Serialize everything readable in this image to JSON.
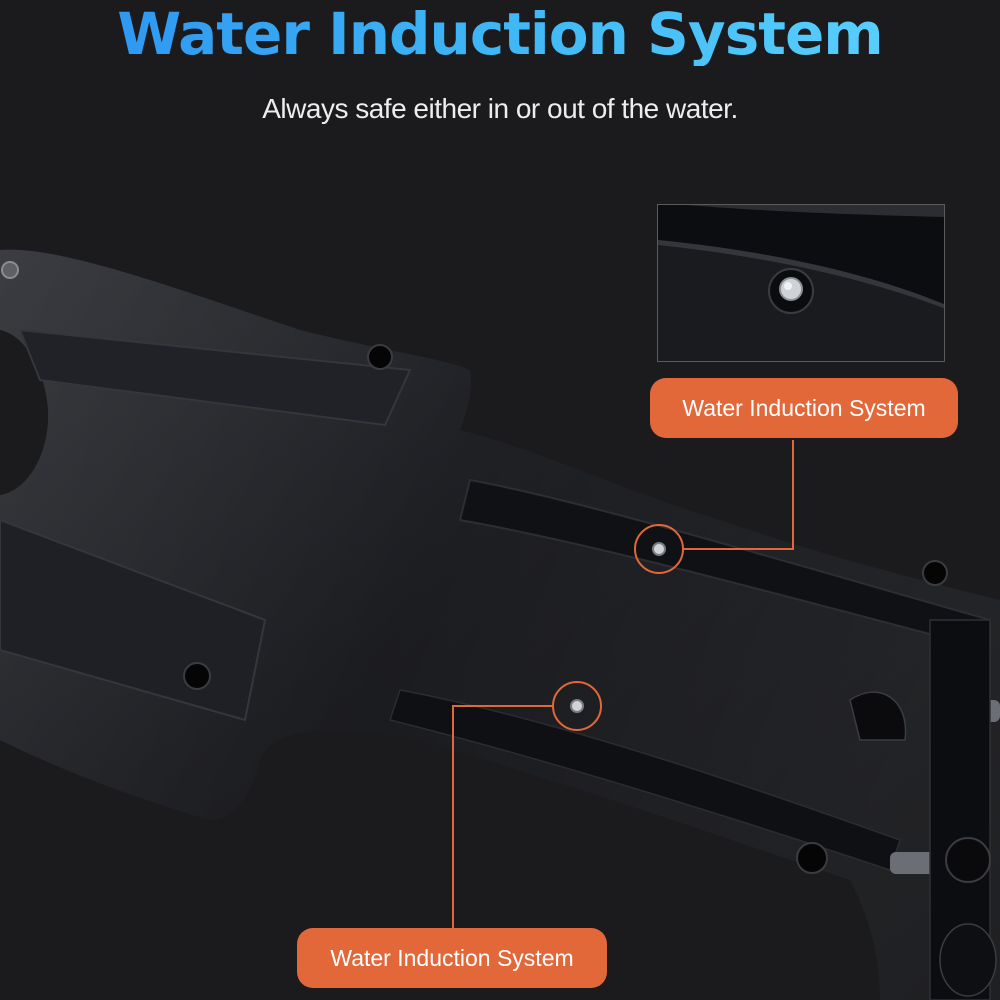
{
  "header": {
    "title": "Water Induction System",
    "subtitle": "Always safe either in or out of the water."
  },
  "callouts": [
    {
      "label": "Water Induction System"
    },
    {
      "label": "Water Induction System"
    }
  ],
  "colors": {
    "background": "#1b1b1d",
    "title_gradient_start": "#2a8ff0",
    "title_gradient_end": "#5fd5ff",
    "callout": "#e2683a",
    "leader_line": "#e2683a",
    "hull": "#15161a"
  }
}
